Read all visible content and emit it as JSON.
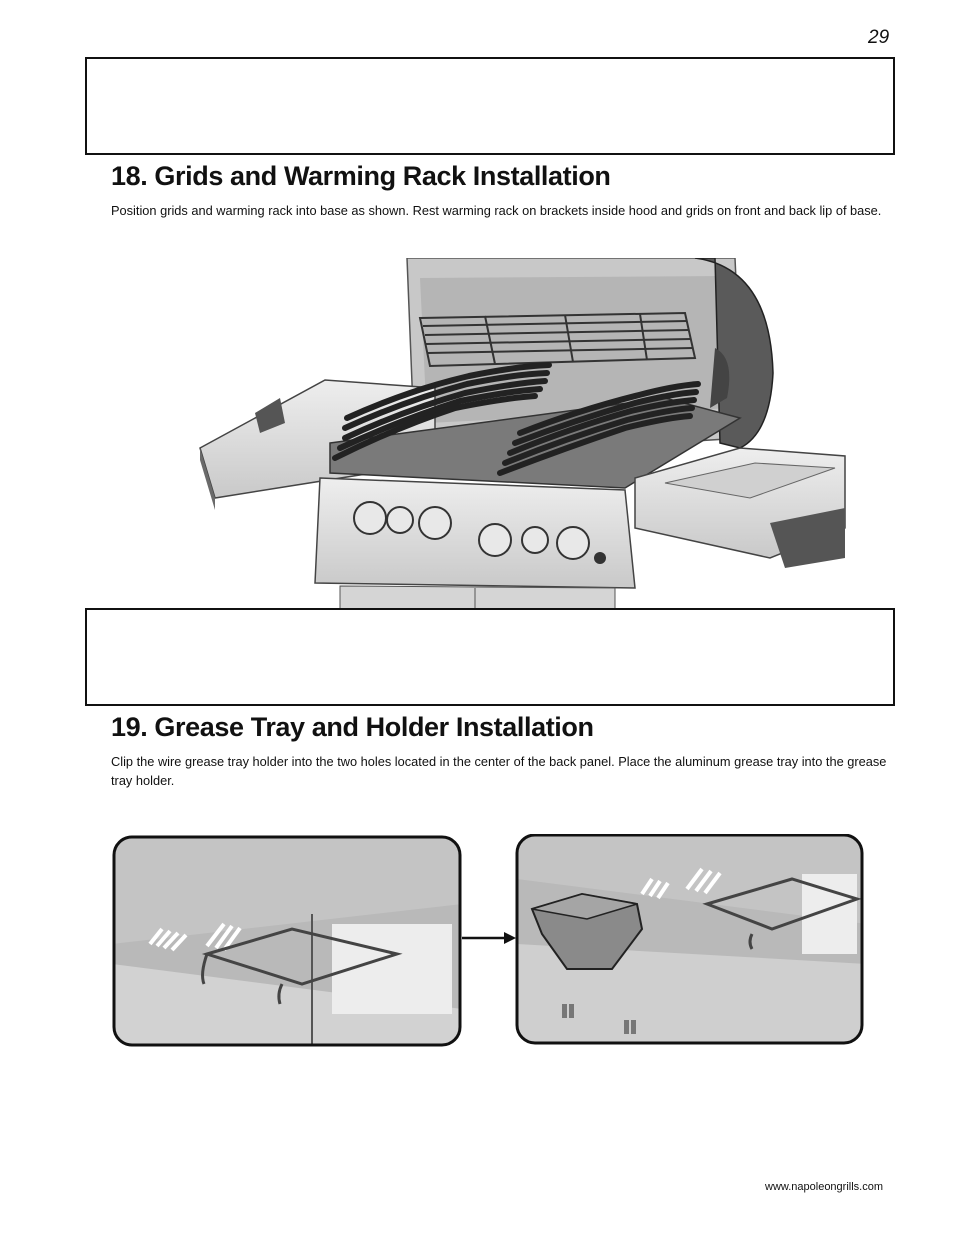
{
  "page": {
    "number": "29",
    "footer_url": "www.napoleongrills.com"
  },
  "sections": [
    {
      "title": "18. Grids and Warming Rack Installation",
      "body": "Position grids and warming rack into base as shown.  Rest warming rack on brackets inside hood and grids on front and back lip of base.",
      "figure": "grill-with-grids-and-warming-rack"
    },
    {
      "title": "19. Grease Tray and Holder Installation",
      "body": "Clip the wire grease tray holder into the two holes located in the center of the back panel.  Place the aluminum grease tray into the grease tray holder.",
      "figures": [
        "grease-tray-holder-clipped",
        "grease-tray-placed"
      ]
    }
  ]
}
